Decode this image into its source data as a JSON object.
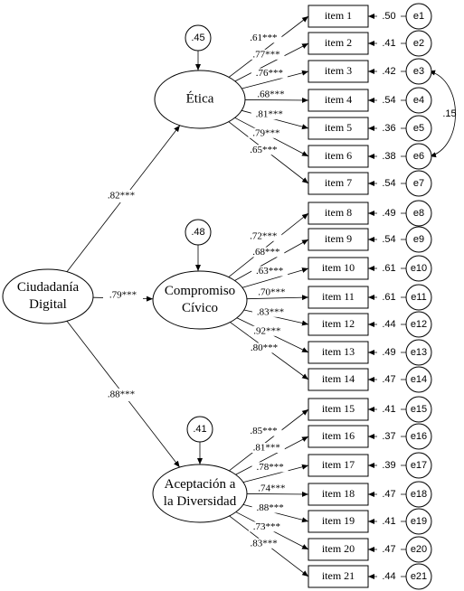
{
  "diagram": {
    "second_order": {
      "label_lines": [
        "Ciudadanía",
        "Digital"
      ]
    },
    "factors": [
      {
        "label_lines": [
          "Ética"
        ],
        "path_coef": ".82***",
        "disturbance": ".45",
        "items": [
          {
            "name": "item 1",
            "loading": ".61***",
            "error_var": ".50",
            "error": "e1"
          },
          {
            "name": "item 2",
            "loading": ".77***",
            "error_var": ".41",
            "error": "e2"
          },
          {
            "name": "item 3",
            "loading": ".76***",
            "error_var": ".42",
            "error": "e3"
          },
          {
            "name": "item 4",
            "loading": ".68***",
            "error_var": ".54",
            "error": "e4"
          },
          {
            "name": "item 5",
            "loading": ".81***",
            "error_var": ".36",
            "error": "e5"
          },
          {
            "name": "item 6",
            "loading": ".79***",
            "error_var": ".38",
            "error": "e6"
          },
          {
            "name": "item 7",
            "loading": ".65***",
            "error_var": ".54",
            "error": "e7"
          }
        ]
      },
      {
        "label_lines": [
          "Compromiso",
          "Cívico"
        ],
        "path_coef": ".79***",
        "disturbance": ".48",
        "items": [
          {
            "name": "item 8",
            "loading": ".72***",
            "error_var": ".49",
            "error": "e8"
          },
          {
            "name": "item 9",
            "loading": ".68***",
            "error_var": ".54",
            "error": "e9"
          },
          {
            "name": "item 10",
            "loading": ".63***",
            "error_var": ".61",
            "error": "e10"
          },
          {
            "name": "item 11",
            "loading": ".70***",
            "error_var": ".61",
            "error": "e11"
          },
          {
            "name": "item 12",
            "loading": ".83***",
            "error_var": ".44",
            "error": "e12"
          },
          {
            "name": "item 13",
            "loading": ".92***",
            "error_var": ".49",
            "error": "e13"
          },
          {
            "name": "item 14",
            "loading": ".80***",
            "error_var": ".47",
            "error": "e14"
          }
        ]
      },
      {
        "label_lines": [
          "Aceptación a",
          "la Diversidad"
        ],
        "path_coef": ".88***",
        "disturbance": ".41",
        "items": [
          {
            "name": "item 15",
            "loading": ".85***",
            "error_var": ".41",
            "error": "e15"
          },
          {
            "name": "item 16",
            "loading": ".81***",
            "error_var": ".37",
            "error": "e16"
          },
          {
            "name": "item 17",
            "loading": ".78***",
            "error_var": ".39",
            "error": "e17"
          },
          {
            "name": "item 18",
            "loading": ".74***",
            "error_var": ".47",
            "error": "e18"
          },
          {
            "name": "item 19",
            "loading": ".88***",
            "error_var": ".41",
            "error": "e19"
          },
          {
            "name": "item 20",
            "loading": ".73***",
            "error_var": ".47",
            "error": "e20"
          },
          {
            "name": "item 21",
            "loading": ".83***",
            "error_var": ".44",
            "error": "e21"
          }
        ]
      }
    ],
    "covariances": [
      {
        "from": "e3",
        "to": "e6",
        "value": ".15"
      }
    ]
  }
}
